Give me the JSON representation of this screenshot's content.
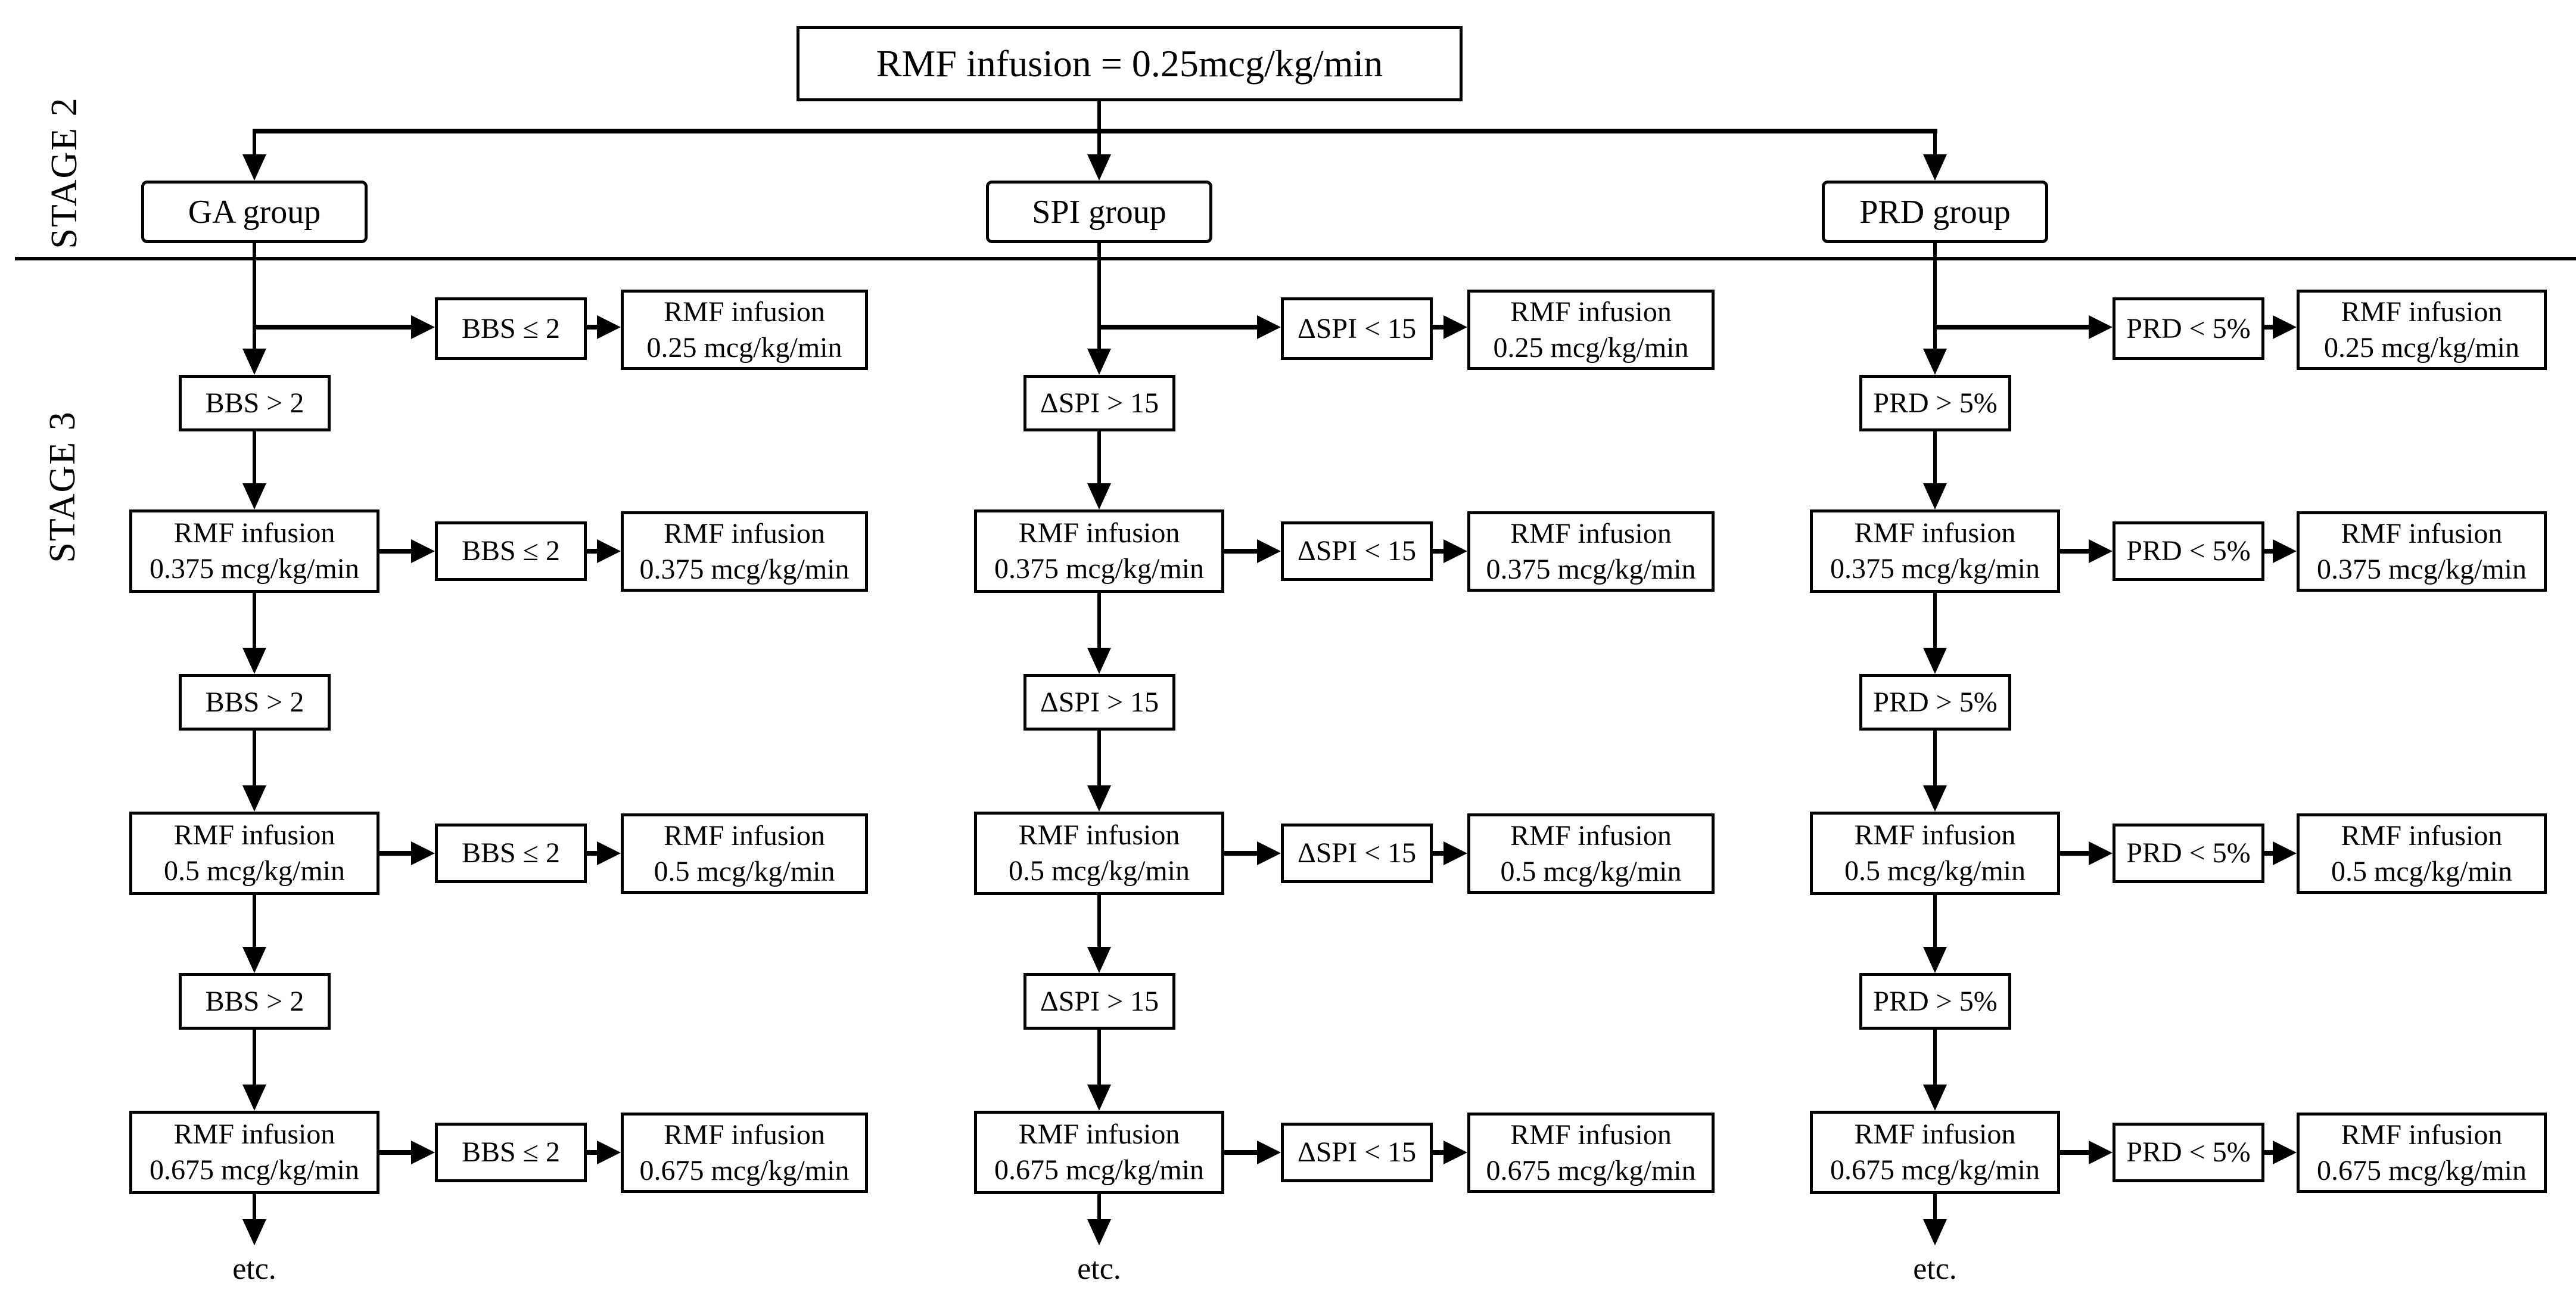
{
  "title": "RMF infusion = 0.25mcg/kg/min",
  "stages": [
    "STAGE 2",
    "STAGE 3"
  ],
  "etc_label": "etc.",
  "columns": [
    {
      "group_label": "GA group",
      "gate_label": "BBS ≤ 2",
      "step_label": "BBS > 2",
      "infusion_line1": "RMF infusion",
      "main_doses": [
        "0.375 mcg/kg/min",
        "0.5 mcg/kg/min",
        "0.675 mcg/kg/min"
      ],
      "hold_doses": [
        "0.25 mcg/kg/min",
        "0.375 mcg/kg/min",
        "0.5 mcg/kg/min",
        "0.675 mcg/kg/min"
      ]
    },
    {
      "group_label": "SPI group",
      "gate_label": "ΔSPI < 15",
      "step_label": "ΔSPI > 15",
      "infusion_line1": "RMF infusion",
      "main_doses": [
        "0.375 mcg/kg/min",
        "0.5 mcg/kg/min",
        "0.675 mcg/kg/min"
      ],
      "hold_doses": [
        "0.25 mcg/kg/min",
        "0.375 mcg/kg/min",
        "0.5 mcg/kg/min",
        "0.675 mcg/kg/min"
      ]
    },
    {
      "group_label": "PRD group",
      "gate_label": "PRD < 5%",
      "step_label": "PRD > 5%",
      "infusion_line1": "RMF infusion",
      "main_doses": [
        "0.375 mcg/kg/min",
        "0.5 mcg/kg/min",
        "0.675 mcg/kg/min"
      ],
      "hold_doses": [
        "0.25 mcg/kg/min",
        "0.375 mcg/kg/min",
        "0.5 mcg/kg/min",
        "0.675 mcg/kg/min"
      ]
    }
  ]
}
